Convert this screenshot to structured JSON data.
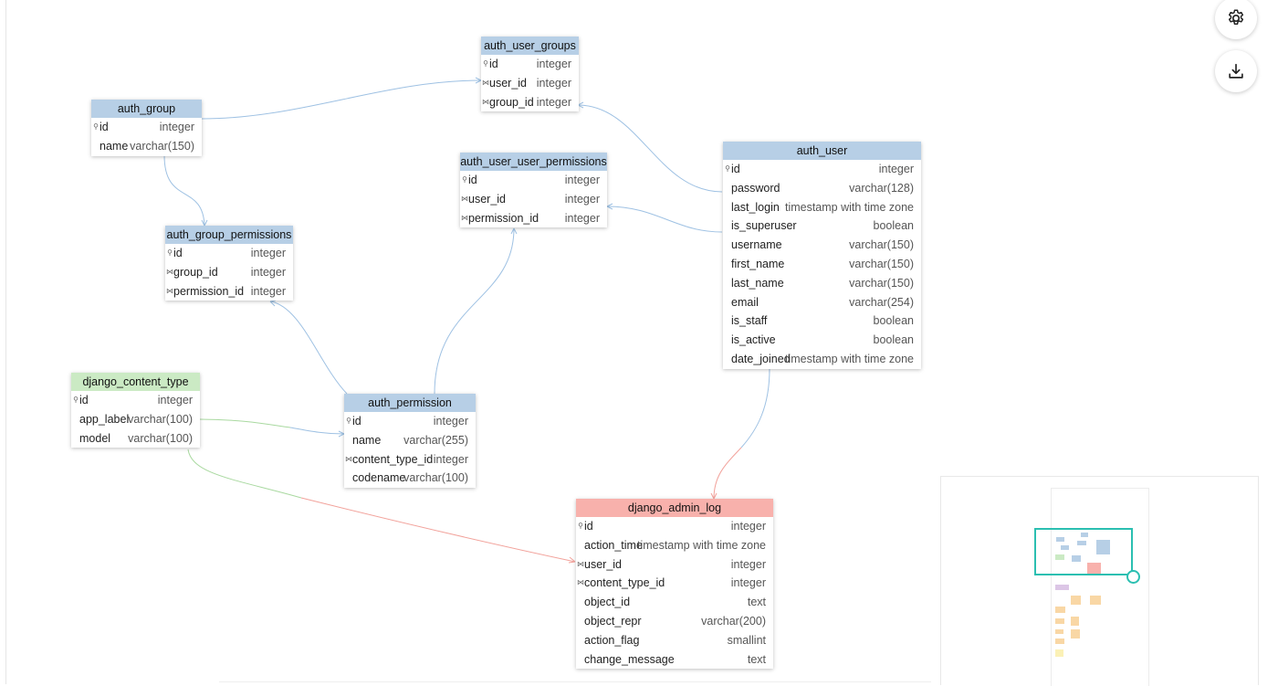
{
  "tables": {
    "auth_group": {
      "title": "auth_group",
      "rows": [
        {
          "name": "id",
          "type": "integer"
        },
        {
          "name": "name",
          "type": "varchar(150)"
        }
      ]
    },
    "auth_user_groups": {
      "title": "auth_user_groups",
      "rows": [
        {
          "name": "id",
          "type": "integer"
        },
        {
          "name": "user_id",
          "type": "integer"
        },
        {
          "name": "group_id",
          "type": "integer"
        }
      ]
    },
    "auth_user_user_permissions": {
      "title": "auth_user_user_permissions",
      "rows": [
        {
          "name": "id",
          "type": "integer"
        },
        {
          "name": "user_id",
          "type": "integer"
        },
        {
          "name": "permission_id",
          "type": "integer"
        }
      ]
    },
    "auth_group_permissions": {
      "title": "auth_group_permissions",
      "rows": [
        {
          "name": "id",
          "type": "integer"
        },
        {
          "name": "group_id",
          "type": "integer"
        },
        {
          "name": "permission_id",
          "type": "integer"
        }
      ]
    },
    "auth_user": {
      "title": "auth_user",
      "rows": [
        {
          "name": "id",
          "type": "integer"
        },
        {
          "name": "password",
          "type": "varchar(128)"
        },
        {
          "name": "last_login",
          "type": "timestamp with time zone"
        },
        {
          "name": "is_superuser",
          "type": "boolean"
        },
        {
          "name": "username",
          "type": "varchar(150)"
        },
        {
          "name": "first_name",
          "type": "varchar(150)"
        },
        {
          "name": "last_name",
          "type": "varchar(150)"
        },
        {
          "name": "email",
          "type": "varchar(254)"
        },
        {
          "name": "is_staff",
          "type": "boolean"
        },
        {
          "name": "is_active",
          "type": "boolean"
        },
        {
          "name": "date_joined",
          "type": "timestamp with time zone"
        }
      ]
    },
    "django_content_type": {
      "title": "django_content_type",
      "rows": [
        {
          "name": "id",
          "type": "integer"
        },
        {
          "name": "app_label",
          "type": "varchar(100)"
        },
        {
          "name": "model",
          "type": "varchar(100)"
        }
      ]
    },
    "auth_permission": {
      "title": "auth_permission",
      "rows": [
        {
          "name": "id",
          "type": "integer"
        },
        {
          "name": "name",
          "type": "varchar(255)"
        },
        {
          "name": "content_type_id",
          "type": "integer"
        },
        {
          "name": "codename",
          "type": "varchar(100)"
        }
      ]
    },
    "django_admin_log": {
      "title": "django_admin_log",
      "rows": [
        {
          "name": "id",
          "type": "integer"
        },
        {
          "name": "action_time",
          "type": "timestamp with time zone"
        },
        {
          "name": "user_id",
          "type": "integer"
        },
        {
          "name": "content_type_id",
          "type": "integer"
        },
        {
          "name": "object_id",
          "type": "text"
        },
        {
          "name": "object_repr",
          "type": "varchar(200)"
        },
        {
          "name": "action_flag",
          "type": "smallint"
        },
        {
          "name": "change_message",
          "type": "text"
        }
      ]
    }
  },
  "colors": {
    "auth_header": "#b7cfe6",
    "contenttype_header": "#cbeac4",
    "adminlog_header": "#f8b1ac",
    "link_blue": "#9ec1e3",
    "link_green": "#a9d9a0",
    "link_red": "#f2a29b",
    "viewport": "#2bbfb1"
  },
  "icons": {
    "settings": "gear-icon",
    "download": "download-icon",
    "primary_key": "key-icon",
    "foreign_key": "link-icon"
  }
}
